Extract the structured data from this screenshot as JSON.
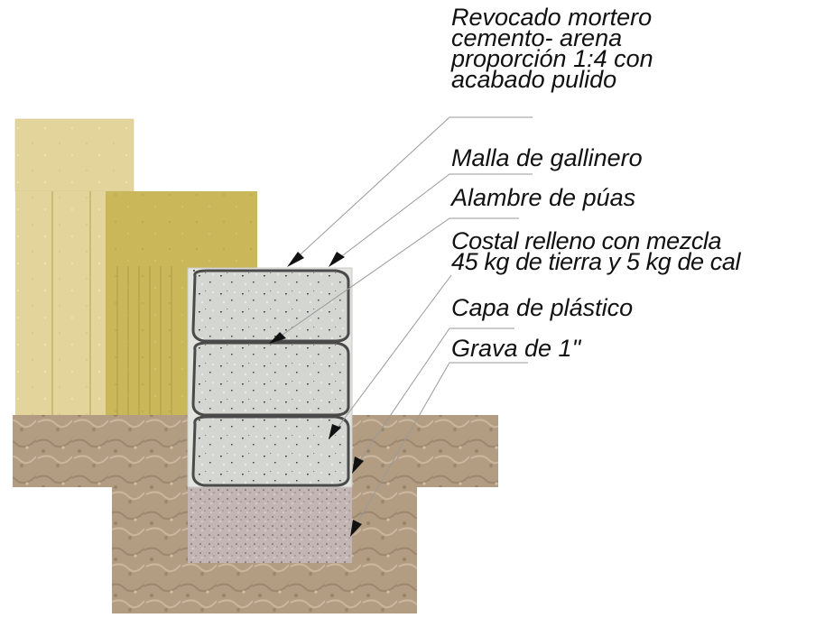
{
  "labels": {
    "revocado": "Revocado mortero\ncemento- arena\nproporción 1:4 con\nacabado pulido",
    "malla": "Malla de gallinero",
    "alambre": "Alambre de púas",
    "costal": "Costal relleno con mezcla\n45 kg de tierra y 5 kg de cal",
    "plastico": "Capa de plástico",
    "grava": "Grava de 1\""
  },
  "colors": {
    "wall_light": "#e2d49a",
    "wall_main": "#c9b75a",
    "wall_stripe": "#b9a747",
    "soil": "#b09a80",
    "soil_dark": "#8f7b63",
    "bag_fill": "#d3d5d0",
    "bag_outline": "#4a4a4a",
    "gravel": "#c1b2b0",
    "leader_line": "#9a9a9a",
    "arrowhead": "#111111"
  }
}
